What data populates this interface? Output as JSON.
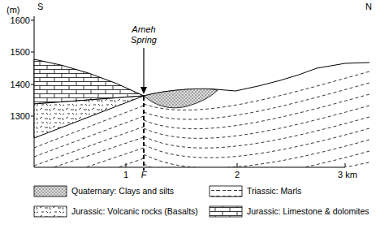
{
  "diagram": {
    "labels": [
      "S",
      "N",
      "(m)",
      "1600",
      "1500",
      "1400",
      "1300",
      "Arneh Spring",
      "1",
      "F",
      "2",
      "3 km"
    ],
    "legend": [
      {
        "text": "Quaternary: Clays and silts"
      },
      {
        "text": "Triassic: Marls"
      },
      {
        "text": "Jurassic: Volcanic rocks (Basalts)"
      },
      {
        "text": "Jurassic: Limestone & dolomites"
      }
    ]
  }
}
